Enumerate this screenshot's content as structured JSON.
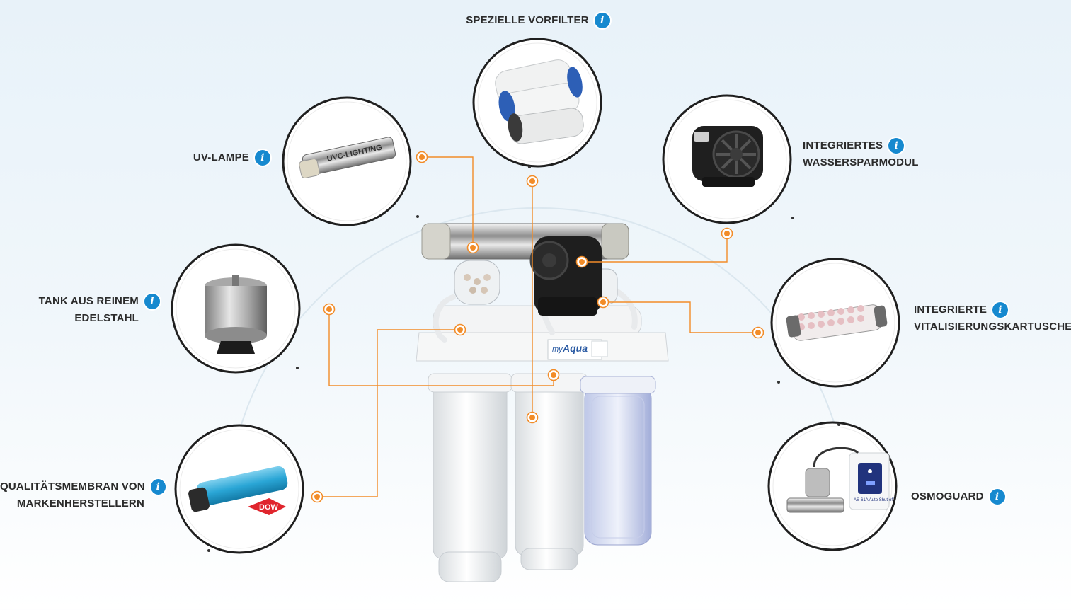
{
  "colors": {
    "accent": "#f28c28",
    "info": "#1689cf",
    "ring": "#1f1f1f",
    "arc": "#d9e6ee",
    "text": "#2b2b2b"
  },
  "features": [
    {
      "id": "vorfilter",
      "lines": [
        "SPEZIELLE VORFILTER"
      ],
      "icon": "info-icon"
    },
    {
      "id": "uv",
      "lines": [
        "UV-LAMPE"
      ],
      "icon": "info-icon"
    },
    {
      "id": "wasserspar",
      "lines": [
        "INTEGRIERTES",
        "WASSERSPARMODUL"
      ],
      "icon": "info-icon"
    },
    {
      "id": "tank",
      "lines": [
        "TANK AUS REINEM",
        "EDELSTAHL"
      ],
      "icon": "info-icon"
    },
    {
      "id": "vital",
      "lines": [
        "INTEGRIERTE",
        "VITALISIERUNGSKARTUSCHE"
      ],
      "icon": "info-icon"
    },
    {
      "id": "membran",
      "lines": [
        "QUALITÄTSMEMBRAN VON",
        "MARKENHERSTELLERN"
      ],
      "icon": "info-icon"
    },
    {
      "id": "osmoguard",
      "lines": [
        "OSMOGUARD"
      ],
      "icon": "info-icon"
    }
  ],
  "product": {
    "brand_prefix": "my",
    "brand_name": "Aqua",
    "uv_label": "UVC-LIGHTING",
    "membrane_brand": "DOW",
    "guard_label": "AS-61A Auto Shut-off"
  }
}
